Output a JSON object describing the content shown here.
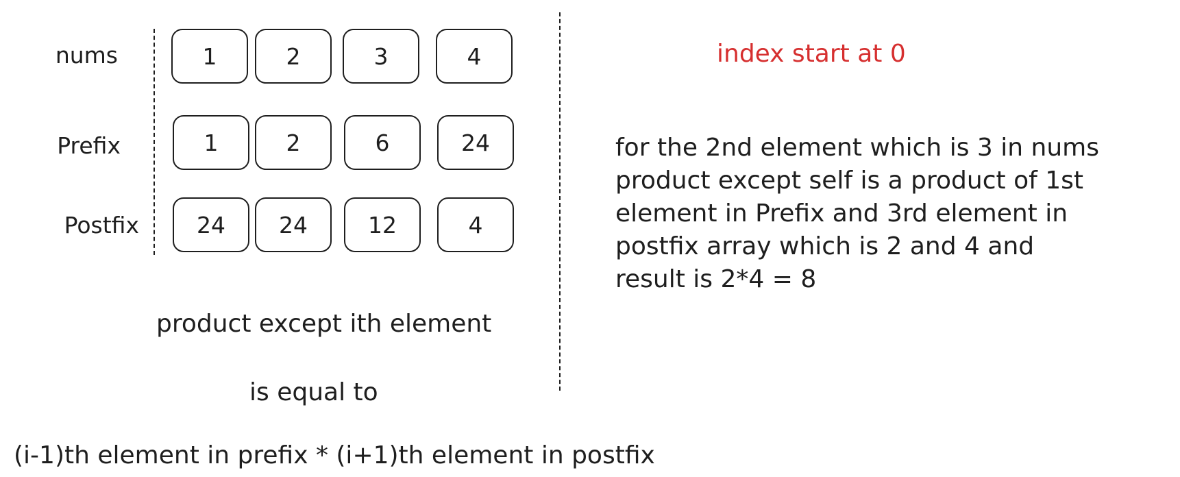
{
  "rows": [
    {
      "label": "nums",
      "values": [
        "1",
        "2",
        "3",
        "4"
      ]
    },
    {
      "label": "Prefix",
      "values": [
        "1",
        "2",
        "6",
        "24"
      ]
    },
    {
      "label": "Postfix",
      "values": [
        "24",
        "24",
        "12",
        "4"
      ]
    }
  ],
  "index_note": "index start at 0",
  "example_note": {
    "lines": [
      "for the 2nd element which is 3 in nums",
      "product except self is a product of 1st",
      "element in Prefix and 3rd element in",
      "postfix array which is 2 and 4 and",
      "result is 2*4 = 8"
    ]
  },
  "rule": {
    "line1": "product except ith element",
    "line2": "is equal to",
    "line3": "(i-1)th element in prefix * (i+1)th element in postfix"
  },
  "colors": {
    "ink": "#1e1e1e",
    "accent": "#d62f2f"
  }
}
